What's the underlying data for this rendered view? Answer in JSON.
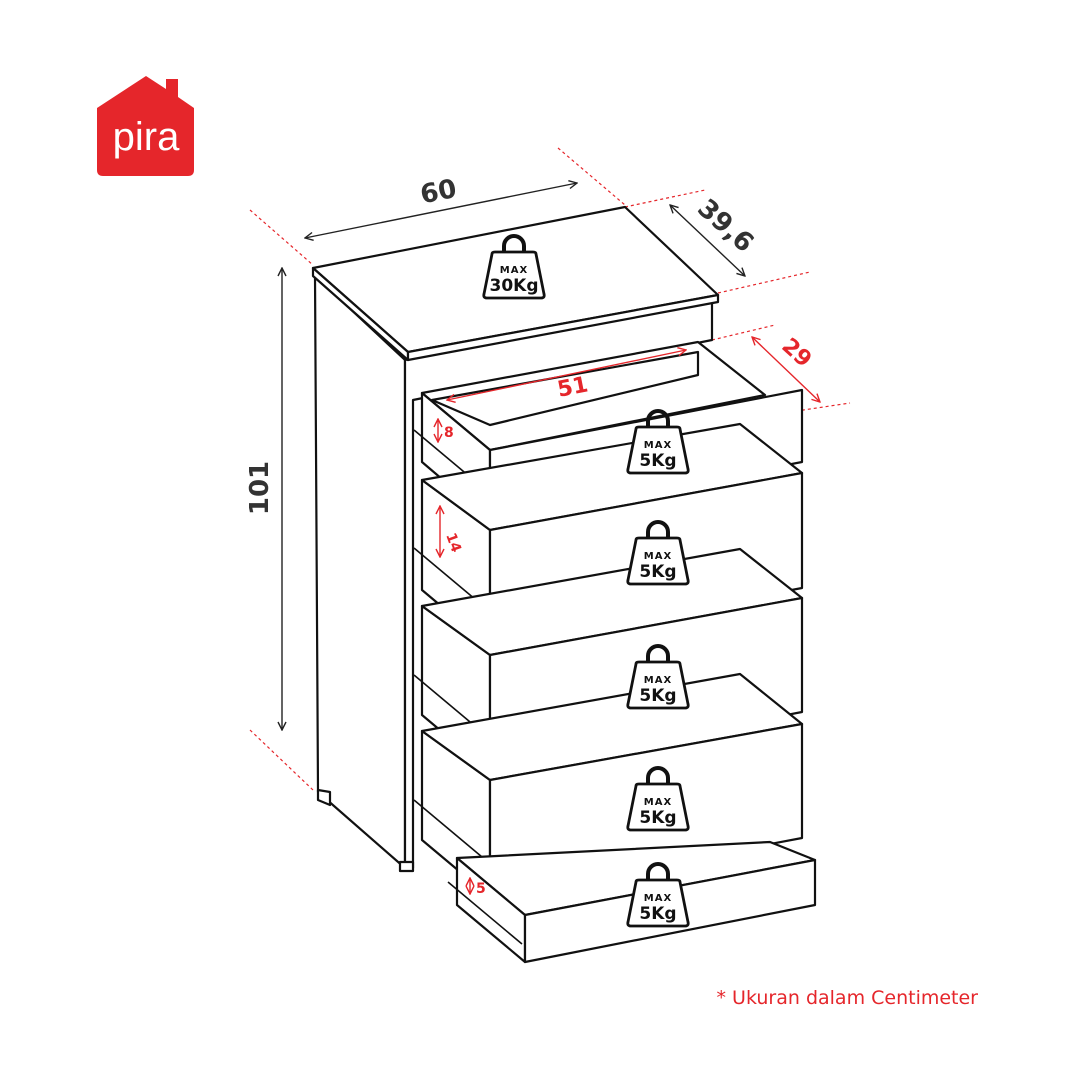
{
  "logo": {
    "text": "pira",
    "color": "#e5262b"
  },
  "dimensions": {
    "width": "60",
    "depth": "39,6",
    "height": "101",
    "drawer_depth": "29",
    "drawer_width": "51",
    "drawer_height_top": "8",
    "drawer_height": "14",
    "bottom_drawer_height": "5"
  },
  "weights": {
    "top": {
      "max": "MAX",
      "load": "30Kg"
    },
    "drawers": [
      {
        "max": "MAX",
        "load": "5Kg"
      },
      {
        "max": "MAX",
        "load": "5Kg"
      },
      {
        "max": "MAX",
        "load": "5Kg"
      },
      {
        "max": "MAX",
        "load": "5Kg"
      },
      {
        "max": "MAX",
        "load": "5Kg"
      }
    ]
  },
  "footnote": "* Ukuran dalam Centimeter",
  "colors": {
    "accent": "#e5262b",
    "line": "#111111"
  }
}
